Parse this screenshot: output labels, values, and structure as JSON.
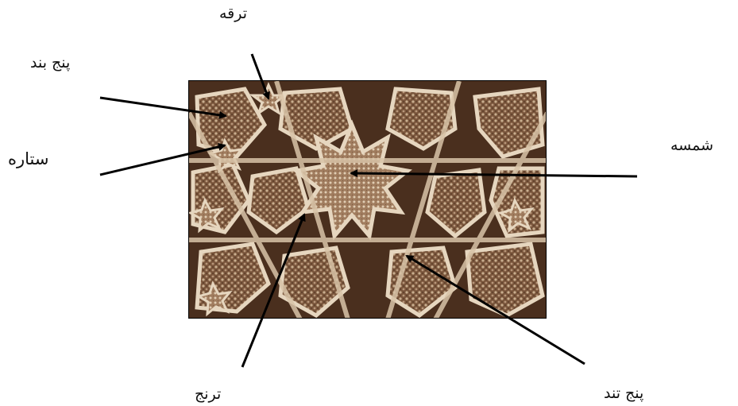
{
  "labels": {
    "taraqe": "ترقه",
    "panj_band": "پنج بند",
    "setare": "ستاره",
    "shamse": "شمسه",
    "toranj": "ترنج",
    "panj_tond": "پنج تند"
  },
  "colors": {
    "background": "#ffffff",
    "arrow": "#000000",
    "stone_dark": "#4a2f1e",
    "stone_mid": "#8a6347",
    "stone_light": "#d9c4a8"
  }
}
